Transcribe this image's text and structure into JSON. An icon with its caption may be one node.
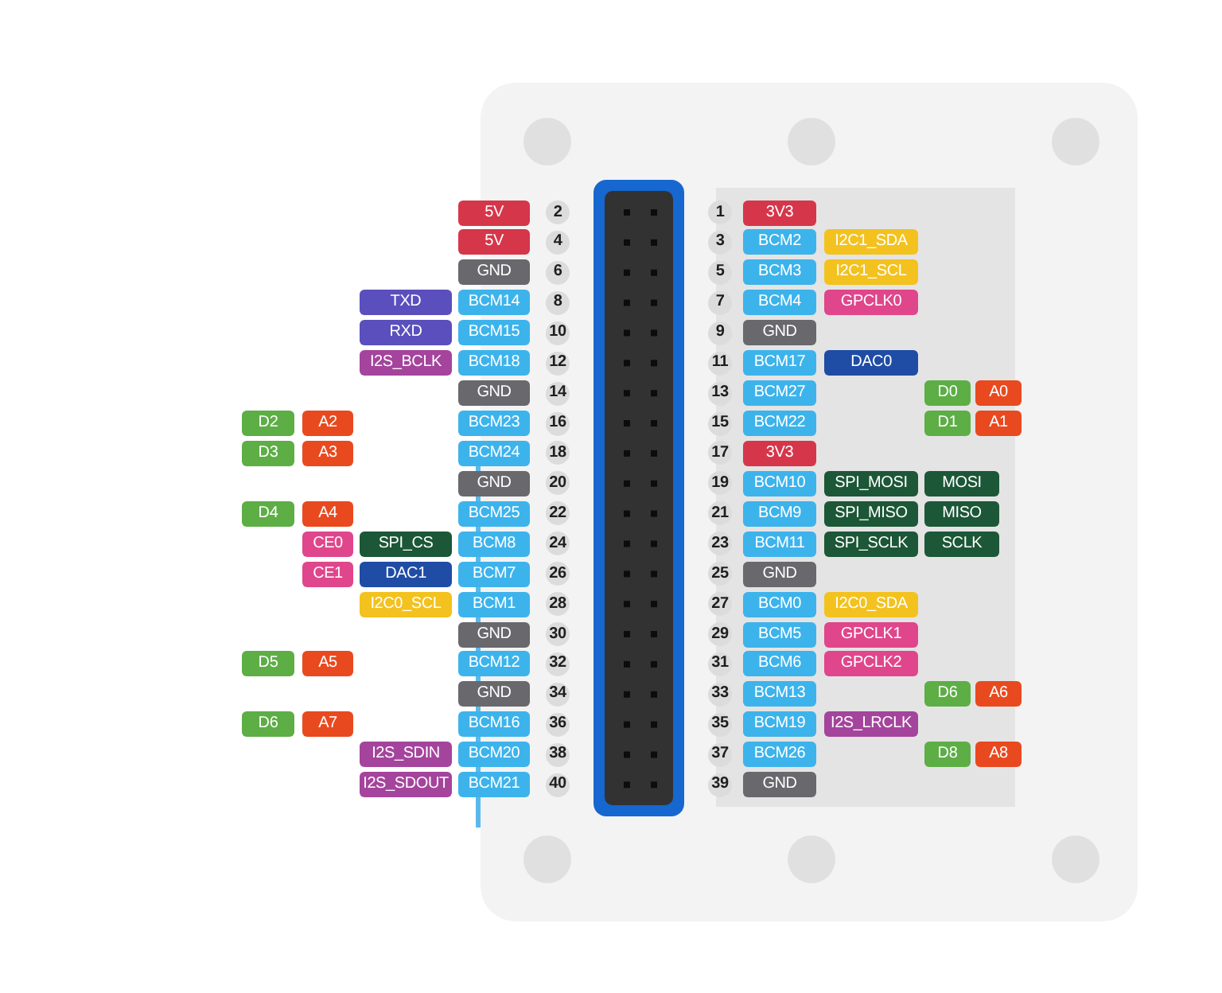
{
  "diagram": {
    "nodes": [
      {
        "text": [
          "5V"
        ]
      },
      {
        "text": [
          "2"
        ]
      },
      {
        "text": [
          "1"
        ]
      },
      {
        "text": [
          "3V3"
        ]
      },
      {
        "text": [
          "5V"
        ]
      },
      {
        "text": [
          "4"
        ]
      },
      {
        "text": [
          "3"
        ]
      },
      {
        "text": [
          "BCM2"
        ]
      },
      {
        "text": [
          "I2C1_SDA"
        ]
      },
      {
        "text": [
          "GND"
        ]
      },
      {
        "text": [
          "6"
        ]
      },
      {
        "text": [
          "5"
        ]
      },
      {
        "text": [
          "BCM3"
        ]
      },
      {
        "text": [
          "I2C1_SCL"
        ]
      },
      {
        "text": [
          "TXD"
        ]
      },
      {
        "text": [
          "BCM14"
        ]
      },
      {
        "text": [
          "8"
        ]
      },
      {
        "text": [
          "7"
        ]
      },
      {
        "text": [
          "BCM4"
        ]
      },
      {
        "text": [
          "GPCLK0"
        ]
      },
      {
        "text": [
          "RXD"
        ]
      },
      {
        "text": [
          "BCM15"
        ]
      },
      {
        "text": [
          "10"
        ]
      },
      {
        "text": [
          "9"
        ]
      },
      {
        "text": [
          "GND"
        ]
      },
      {
        "text": [
          "I2S_BCLK"
        ]
      },
      {
        "text": [
          "BCM18"
        ]
      },
      {
        "text": [
          "12"
        ]
      },
      {
        "text": [
          "11"
        ]
      },
      {
        "text": [
          "BCM17"
        ]
      },
      {
        "text": [
          "DAC0"
        ]
      },
      {
        "text": [
          "GND"
        ]
      },
      {
        "text": [
          "14"
        ]
      },
      {
        "text": [
          "13"
        ]
      },
      {
        "text": [
          "BCM27"
        ]
      },
      {
        "text": [
          "D0"
        ]
      },
      {
        "text": [
          "A0"
        ]
      },
      {
        "text": [
          "D2"
        ]
      },
      {
        "text": [
          "A2"
        ]
      },
      {
        "text": [
          "BCM23"
        ]
      },
      {
        "text": [
          "16"
        ]
      },
      {
        "text": [
          "15"
        ]
      },
      {
        "text": [
          "BCM22"
        ]
      },
      {
        "text": [
          "D1"
        ]
      },
      {
        "text": [
          "A1"
        ]
      },
      {
        "text": [
          "D3"
        ]
      },
      {
        "text": [
          "A3"
        ]
      },
      {
        "text": [
          "BCM24"
        ]
      },
      {
        "text": [
          "18"
        ]
      },
      {
        "text": [
          "17"
        ]
      },
      {
        "text": [
          "3V3"
        ]
      },
      {
        "text": [
          "GND"
        ]
      },
      {
        "text": [
          "20"
        ]
      },
      {
        "text": [
          "19"
        ]
      },
      {
        "text": [
          "BCM10"
        ]
      },
      {
        "text": [
          "SPI_MOSI"
        ]
      },
      {
        "text": [
          "MOSI"
        ]
      },
      {
        "text": [
          "D4"
        ]
      },
      {
        "text": [
          "A4"
        ]
      },
      {
        "text": [
          "BCM25"
        ]
      },
      {
        "text": [
          "22"
        ]
      },
      {
        "text": [
          "21"
        ]
      },
      {
        "text": [
          "BCM9"
        ]
      },
      {
        "text": [
          "SPI_MISO"
        ]
      },
      {
        "text": [
          "MISO"
        ]
      },
      {
        "text": [
          "CE0"
        ]
      },
      {
        "text": [
          "SPI_CS"
        ]
      },
      {
        "text": [
          "BCM8"
        ]
      },
      {
        "text": [
          "24"
        ]
      },
      {
        "text": [
          "23"
        ]
      },
      {
        "text": [
          "BCM11"
        ]
      },
      {
        "text": [
          "SPI_SCLK"
        ]
      },
      {
        "text": [
          "SCLK"
        ]
      },
      {
        "text": [
          "CE1"
        ]
      },
      {
        "text": [
          "DAC1"
        ]
      },
      {
        "text": [
          "BCM7"
        ]
      },
      {
        "text": [
          "26"
        ]
      },
      {
        "text": [
          "25"
        ]
      },
      {
        "text": [
          "GND"
        ]
      },
      {
        "text": [
          "I2C0_SCL"
        ]
      },
      {
        "text": [
          "BCM1"
        ]
      },
      {
        "text": [
          "28"
        ]
      },
      {
        "text": [
          "27"
        ]
      },
      {
        "text": [
          "BCM0"
        ]
      },
      {
        "text": [
          "I2C0_SDA"
        ]
      },
      {
        "text": [
          "GND"
        ]
      },
      {
        "text": [
          "30"
        ]
      },
      {
        "text": [
          "29"
        ]
      },
      {
        "text": [
          "BCM5"
        ]
      },
      {
        "text": [
          "GPCLK1"
        ]
      },
      {
        "text": [
          "D5"
        ]
      },
      {
        "text": [
          "A5"
        ]
      },
      {
        "text": [
          "BCM12"
        ]
      },
      {
        "text": [
          "32"
        ]
      },
      {
        "text": [
          "31"
        ]
      },
      {
        "text": [
          "BCM6"
        ]
      },
      {
        "text": [
          "GPCLK2"
        ]
      },
      {
        "text": [
          "GND"
        ]
      },
      {
        "text": [
          "34"
        ]
      },
      {
        "text": [
          "33"
        ]
      },
      {
        "text": [
          "BCM13"
        ]
      },
      {
        "text": [
          "D6"
        ]
      },
      {
        "text": [
          "A6"
        ]
      },
      {
        "text": [
          "D6"
        ]
      },
      {
        "text": [
          "A7"
        ]
      },
      {
        "text": [
          "BCM16"
        ]
      },
      {
        "text": [
          "36"
        ]
      },
      {
        "text": [
          "35"
        ]
      },
      {
        "text": [
          "BCM19"
        ]
      },
      {
        "text": [
          "I2S_LRCLK"
        ]
      },
      {
        "text": [
          "I2S_SDIN"
        ]
      },
      {
        "text": [
          "BCM20"
        ]
      },
      {
        "text": [
          "38"
        ]
      },
      {
        "text": [
          "37"
        ]
      },
      {
        "text": [
          "BCM26"
        ]
      },
      {
        "text": [
          "D8"
        ]
      },
      {
        "text": [
          "A8"
        ]
      },
      {
        "text": [
          "I2S_SDOUT"
        ]
      },
      {
        "text": [
          "BCM21"
        ]
      },
      {
        "text": [
          "40"
        ]
      },
      {
        "text": [
          "39"
        ]
      },
      {
        "text": [
          "GND"
        ]
      }
    ]
  }
}
